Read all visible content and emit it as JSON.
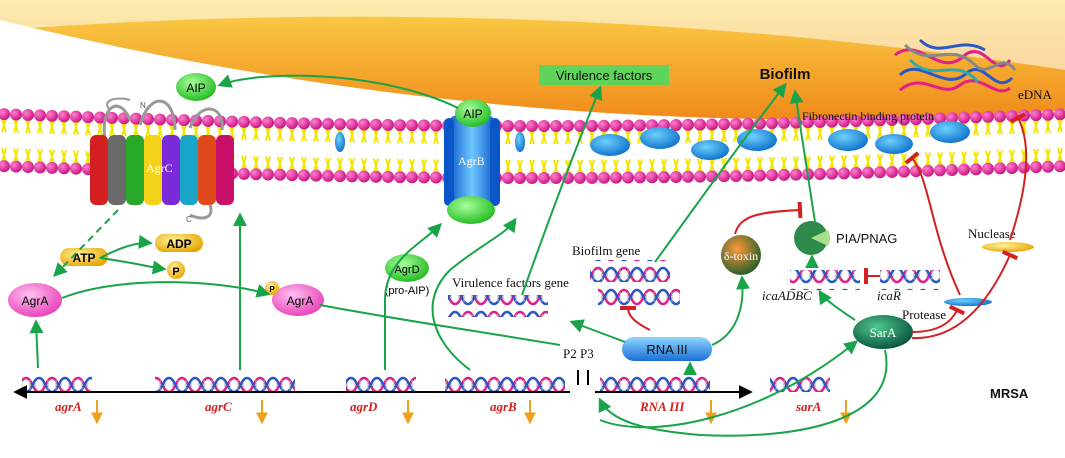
{
  "labels": {
    "aip_top": "AIP",
    "aip_agrb": "AIP",
    "agrc": "AgrC",
    "agrb": "AgrB",
    "n_term": "N",
    "c_term": "C",
    "virulence_factors": "Virulence factors",
    "biofilm": "Biofilm",
    "edna": "eDNA",
    "fibronectin": "Fibronectin  binding protein",
    "atp": "ATP",
    "adp": "ADP",
    "p1": "P",
    "p2": "P",
    "agra_left": "AgrA",
    "agra_p": "AgrA",
    "agrd": "AgrD",
    "pro_aip": "(pro-AIP)",
    "virulence_gene": "Virulence factors gene",
    "biofilm_gene": "Biofilm gene",
    "delta_toxin": "δ-toxin",
    "pia": "PIA/PNAG",
    "nuclease": "Nuclease",
    "icaadbc": "icaADBC",
    "icar": "icaR",
    "protease": "Protease",
    "sara_protein": "SarA",
    "rna3_box": "RNA III",
    "p2p3": "P2 P3",
    "mrsa": "MRSA",
    "gene_agra": "agrA",
    "gene_agrc": "agrC",
    "gene_agrd": "agrD",
    "gene_agrb": "agrB",
    "gene_rna3": "RNA III",
    "gene_sara": "sarA"
  },
  "colors": {
    "activation_arrow": "#1aa44a",
    "inhibition": "#d42020",
    "gene_label": "#d42020",
    "down_arrow": "#f0a020",
    "membrane_head": "#e81e9a",
    "membrane_tail": "#f2e600",
    "background": "#f2a52a",
    "label_box": "#5fd35a"
  }
}
